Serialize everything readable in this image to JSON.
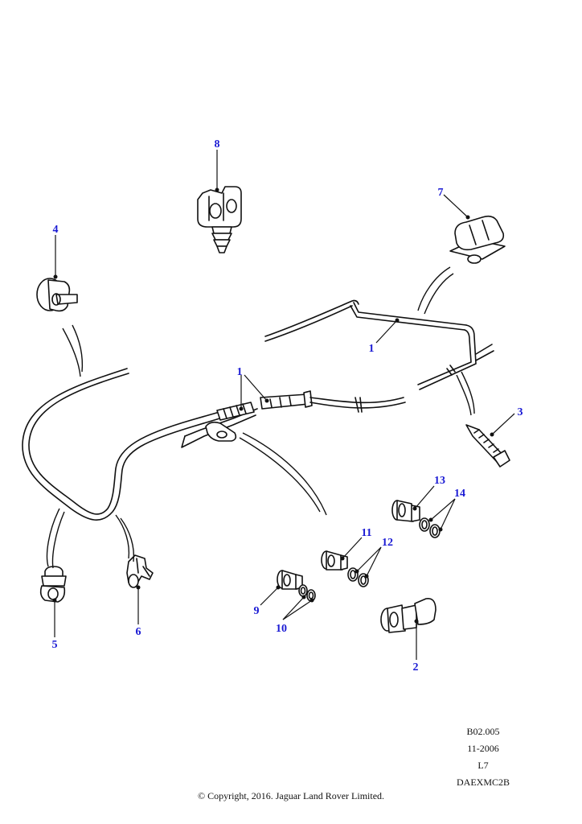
{
  "callouts": {
    "c1a": "1",
    "c1b": "1",
    "c2": "2",
    "c3": "3",
    "c4": "4",
    "c5": "5",
    "c6": "6",
    "c7": "7",
    "c8": "8",
    "c9": "9",
    "c10": "10",
    "c11": "11",
    "c12": "12",
    "c13": "13",
    "c14": "14"
  },
  "reference": {
    "code": "B02.005",
    "date": "11-2006",
    "level": "L7",
    "drawing_id": "DAEXMC2B"
  },
  "copyright": "© Copyright, 2016. Jaguar Land Rover Limited.",
  "colors": {
    "callout": "#1a1ad4",
    "line": "#111111",
    "background": "#ffffff"
  }
}
